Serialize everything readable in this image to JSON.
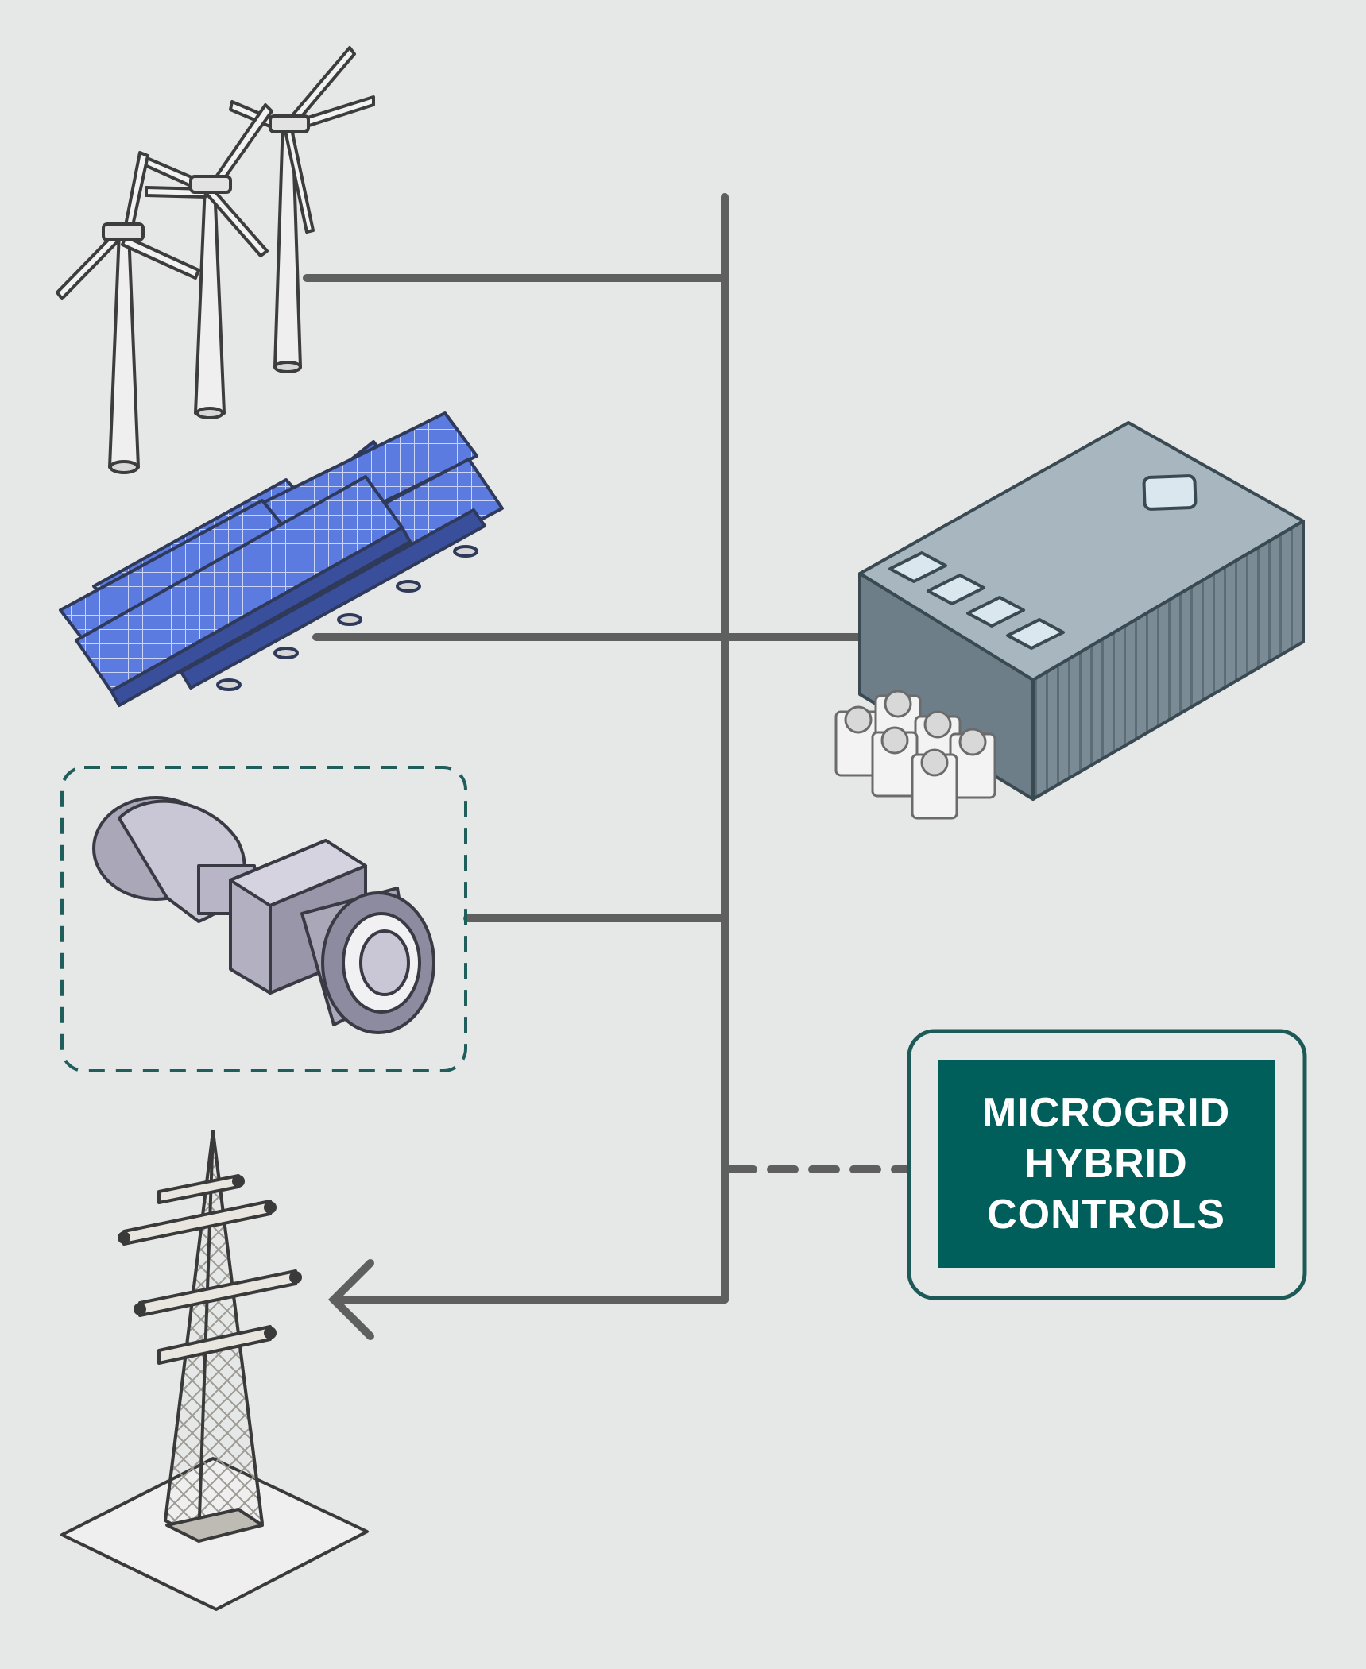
{
  "controls": {
    "lines": [
      "MICROGRID",
      "HYBRID",
      "CONTROLS"
    ]
  },
  "icons": {
    "wind": "wind-turbines-icon",
    "solar": "solar-panels-icon",
    "turbine": "gas-turbine-icon",
    "grid": "transmission-tower-icon",
    "battery": "battery-storage-container-icon"
  },
  "colors": {
    "background": "#e6e8e7",
    "line": "#5f5f5f",
    "controls_fill": "#005e5b",
    "controls_border": "#1d5a57",
    "dashed_border": "#1f5e5a",
    "solar_blue": "#4f6fd6",
    "battery_gray": "#7a8b95"
  }
}
